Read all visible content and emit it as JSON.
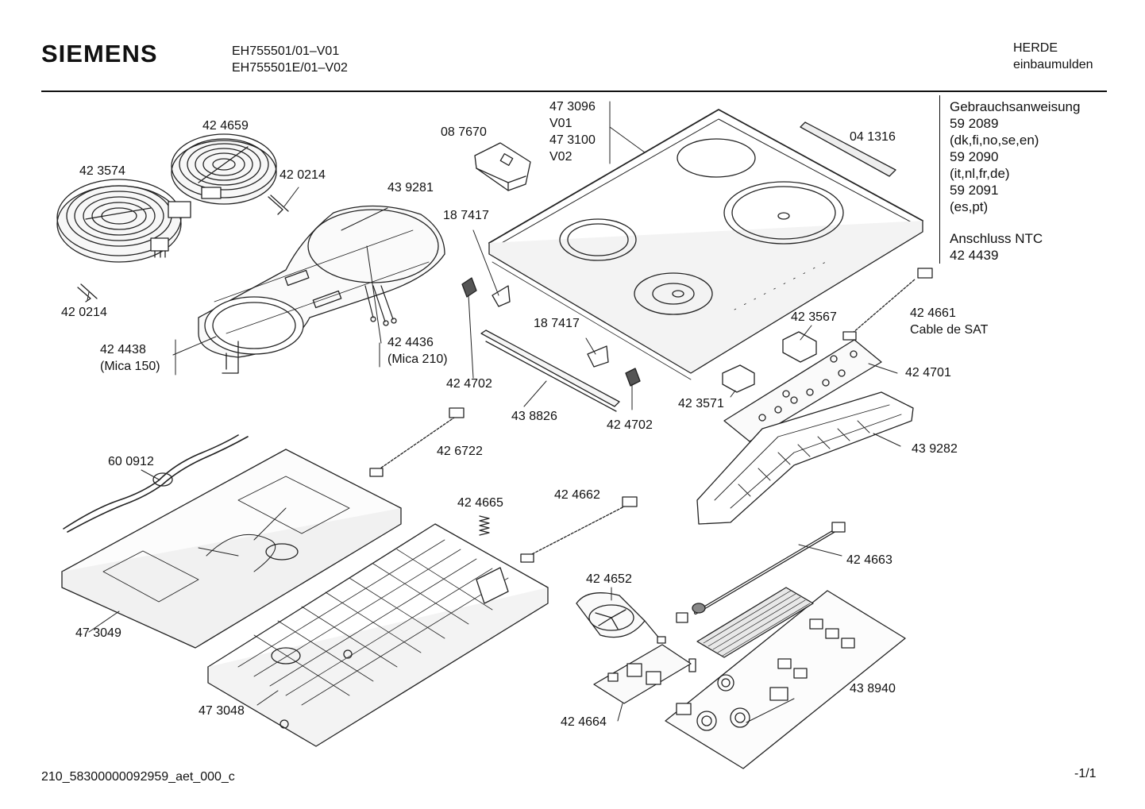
{
  "header": {
    "brand": "SIEMENS",
    "models": [
      "EH755501/01–V01",
      "EH755501E/01–V02"
    ],
    "category": [
      "HERDE",
      "einbaumulden"
    ]
  },
  "side_notes": {
    "lines": [
      "Gebrauchsanweisung",
      "59 2089",
      "(dk,fi,no,se,en)",
      "59 2090",
      "(it,nl,fr,de)",
      "59 2091",
      "(es,pt)",
      "",
      "Anschluss NTC",
      "42 4439"
    ]
  },
  "parts": [
    {
      "id": "p-424659",
      "text": "42 4659"
    },
    {
      "id": "p-423574",
      "text": "42 3574"
    },
    {
      "id": "p-420214a",
      "text": "42 0214"
    },
    {
      "id": "p-420214b",
      "text": "42 0214"
    },
    {
      "id": "p-439281",
      "text": "43 9281"
    },
    {
      "id": "p-087670",
      "text": "08 7670"
    },
    {
      "id": "p-473096",
      "text": "47 3096"
    },
    {
      "id": "p-v01",
      "text": "V01"
    },
    {
      "id": "p-473100",
      "text": "47 3100"
    },
    {
      "id": "p-v02",
      "text": "V02"
    },
    {
      "id": "p-041316",
      "text": "04 1316"
    },
    {
      "id": "p-187417a",
      "text": "18 7417"
    },
    {
      "id": "p-424438",
      "text": "42 4438"
    },
    {
      "id": "p-mica150",
      "text": "(Mica 150)"
    },
    {
      "id": "p-424436",
      "text": "42 4436"
    },
    {
      "id": "p-mica210",
      "text": "(Mica 210)"
    },
    {
      "id": "p-187417b",
      "text": "18 7417"
    },
    {
      "id": "p-423567",
      "text": "42 3567"
    },
    {
      "id": "p-424661",
      "text": "42 4661"
    },
    {
      "id": "p-cablesat",
      "text": "Cable de SAT"
    },
    {
      "id": "p-424701",
      "text": "42 4701"
    },
    {
      "id": "p-424702a",
      "text": "42 4702"
    },
    {
      "id": "p-438826",
      "text": "43 8826"
    },
    {
      "id": "p-424702b",
      "text": "42 4702"
    },
    {
      "id": "p-423571",
      "text": "42 3571"
    },
    {
      "id": "p-439282",
      "text": "43 9282"
    },
    {
      "id": "p-426722",
      "text": "42 6722"
    },
    {
      "id": "p-600912",
      "text": "60 0912"
    },
    {
      "id": "p-424665",
      "text": "42 4665"
    },
    {
      "id": "p-424662",
      "text": "42 4662"
    },
    {
      "id": "p-424663",
      "text": "42 4663"
    },
    {
      "id": "p-424652",
      "text": "42 4652"
    },
    {
      "id": "p-473049",
      "text": "47 3049"
    },
    {
      "id": "p-473048",
      "text": "47 3048"
    },
    {
      "id": "p-438940",
      "text": "43 8940"
    },
    {
      "id": "p-424664",
      "text": "42 4664"
    }
  ],
  "footer": {
    "doc_id": "210_58300000092959_aet_000_c",
    "page": "-1/1"
  }
}
